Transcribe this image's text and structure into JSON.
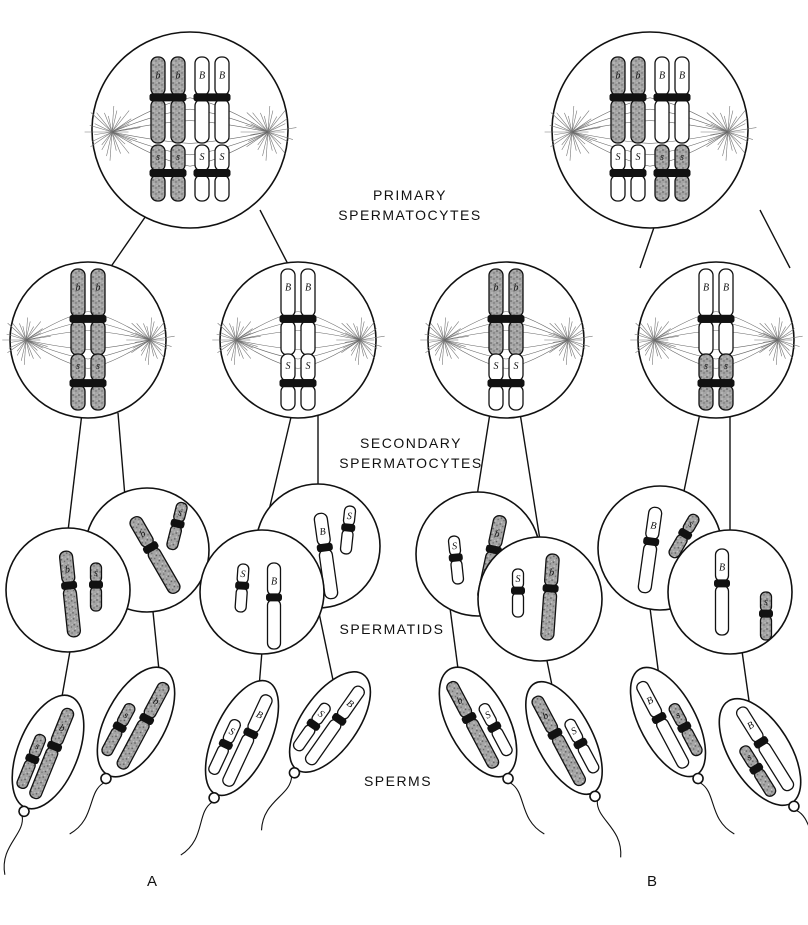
{
  "labels": {
    "primary": [
      "PRIMARY",
      "SPERMATOCYTES"
    ],
    "secondary": [
      "SECONDARY",
      "SPERMATOCYTES"
    ],
    "spermatids": "SPERMATIDS",
    "sperms": "SPERMS",
    "panel_a": "A",
    "panel_b": "B"
  },
  "alleles": {
    "dark_long": "b",
    "light_long": "B",
    "dark_short": "s",
    "light_short": "S"
  },
  "colors": {
    "ink": "#111111",
    "stipple": "#9a9a9a",
    "background": "#ffffff"
  }
}
